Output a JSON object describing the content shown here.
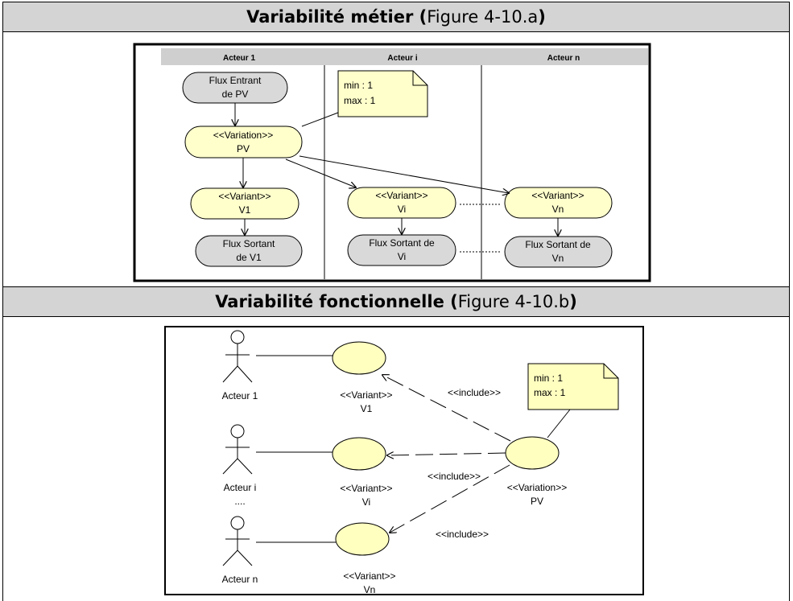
{
  "section_a": {
    "title_bold": "Variabilité métier (",
    "title_normal": "Figure 4-10.a",
    "title_end": ")",
    "lanes": [
      "Acteur 1",
      "Acteur i",
      "Acteur n"
    ],
    "flux_entrant": [
      "Flux Entrant",
      "de PV"
    ],
    "variation": [
      "<<Variation>>",
      "PV"
    ],
    "note": [
      "min : 1",
      "max : 1"
    ],
    "variant_v1": [
      "<<Variant>>",
      "V1"
    ],
    "variant_vi": [
      "<<Variant>>",
      "Vi"
    ],
    "variant_vn": [
      "<<Variant>>",
      "Vn"
    ],
    "sortant_v1": [
      "Flux Sortant",
      "de V1"
    ],
    "sortant_vi": [
      "Flux Sortant de",
      "Vi"
    ],
    "sortant_vn": [
      "Flux Sortant de",
      "Vn"
    ]
  },
  "section_b": {
    "title_bold": "Variabilité fonctionnelle (",
    "title_normal": "Figure 4-10.b",
    "title_end": ")",
    "actor_1": "Acteur 1",
    "actor_i": "Acteur i",
    "actor_i_dots": "....",
    "actor_n": "Acteur n",
    "uc_v1": [
      "<<Variant>>",
      "V1"
    ],
    "uc_vi": [
      "<<Variant>>",
      "Vi"
    ],
    "uc_vn": [
      "<<Variant>>",
      "Vn"
    ],
    "uc_pv": [
      "<<Variation>>",
      "PV"
    ],
    "note": [
      "min : 1",
      "max : 1"
    ],
    "include_1": "<<include>>",
    "include_2": "<<include>>",
    "include_3": "<<include>>"
  },
  "colors": {
    "header_bg": "#d4d4d4",
    "activity_yellow": "#ffffcc",
    "activity_gray": "#d9d9d9",
    "usecase_yellow": "#ffffc0",
    "note_yellow": "#ffffc0"
  }
}
